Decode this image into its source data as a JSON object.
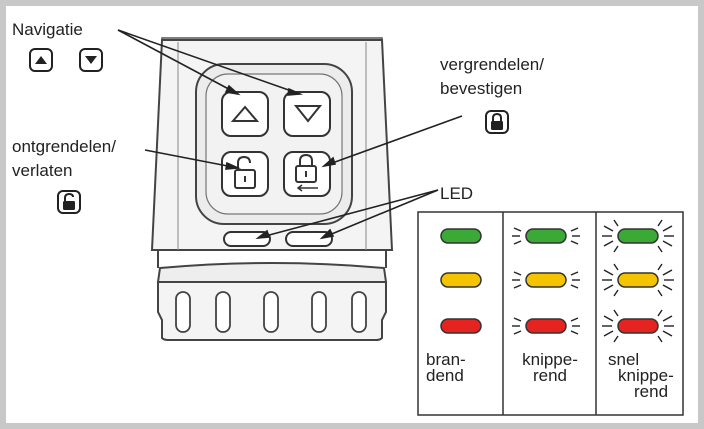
{
  "labels": {
    "navigation": "Navigatie",
    "lock_confirm_line1": "vergrendelen/",
    "lock_confirm_line2": "bevestigen",
    "unlock_exit_line1": "ontgrendelen/",
    "unlock_exit_line2": "verlaten",
    "led": "LED"
  },
  "legend": {
    "columns": [
      {
        "caption_lines": [
          "bran-",
          "dend"
        ]
      },
      {
        "caption_lines": [
          "knippe-",
          "rend"
        ]
      },
      {
        "caption_lines": [
          "snel",
          "knippe-",
          "rend"
        ]
      }
    ],
    "led_colors": {
      "green": "#3aa935",
      "yellow": "#f5c400",
      "red": "#e52421"
    }
  },
  "icons": [
    "up-arrow-icon",
    "down-arrow-icon",
    "padlock-open-icon",
    "padlock-closed-icon"
  ]
}
